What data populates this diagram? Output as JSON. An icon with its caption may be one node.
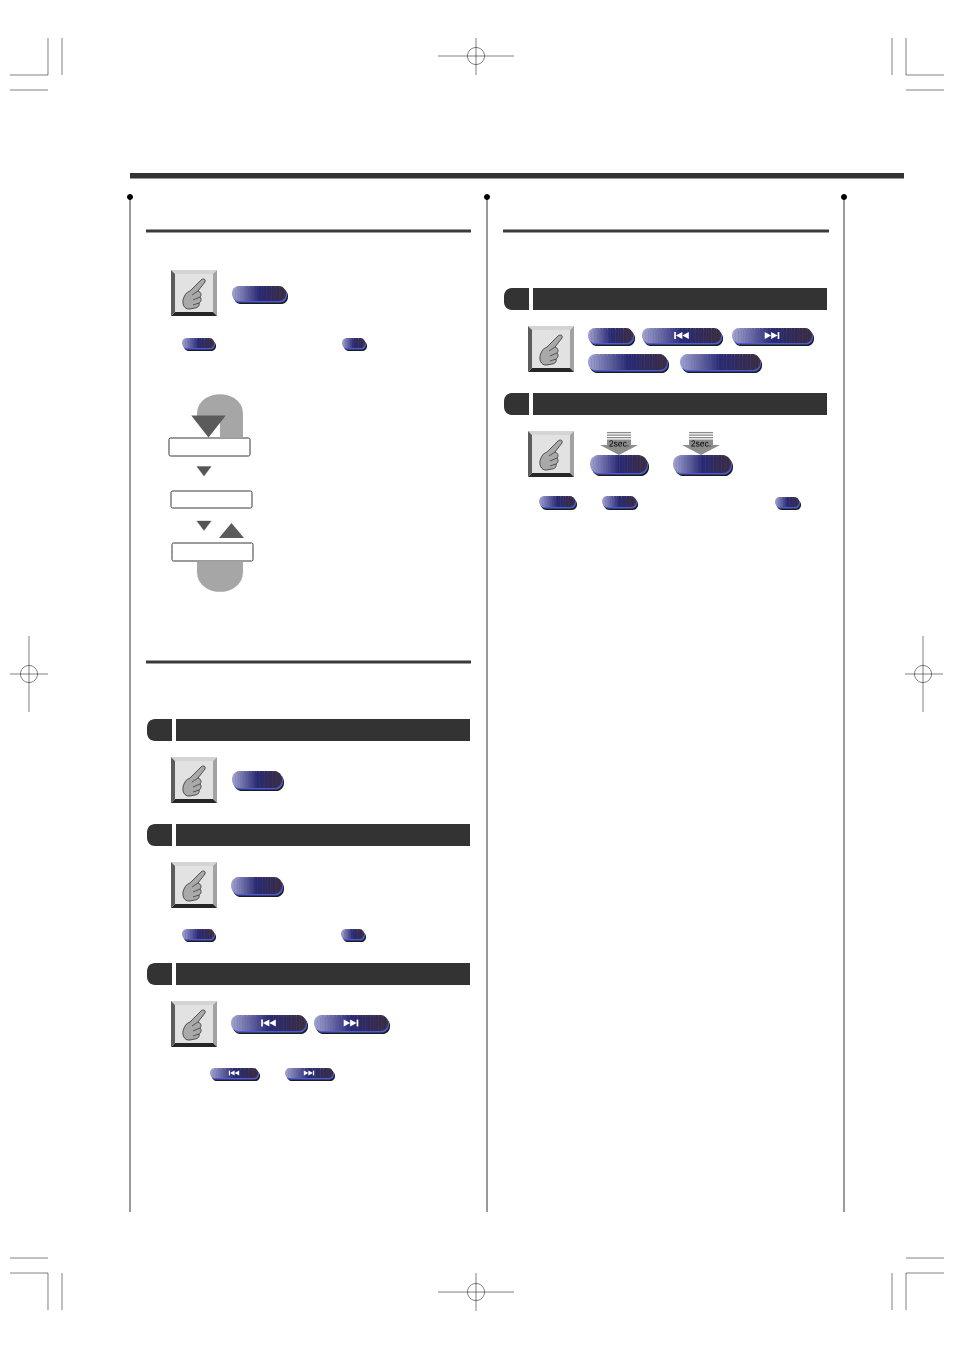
{
  "diagram": {
    "nodes": [
      {
        "text": [],
        "shape": "box"
      },
      {
        "text": [],
        "shape": "box"
      },
      {
        "text": [],
        "shape": "box"
      }
    ],
    "edges": [
      {
        "from": 0,
        "to": 1,
        "arrow": "to"
      },
      {
        "from": 1,
        "to": 2,
        "arrow": "to"
      },
      {
        "from": 2,
        "to": 0,
        "arrow": "both",
        "color": "#a6a6a6"
      }
    ],
    "labels": [
      "2sec.",
      "2sec."
    ]
  }
}
